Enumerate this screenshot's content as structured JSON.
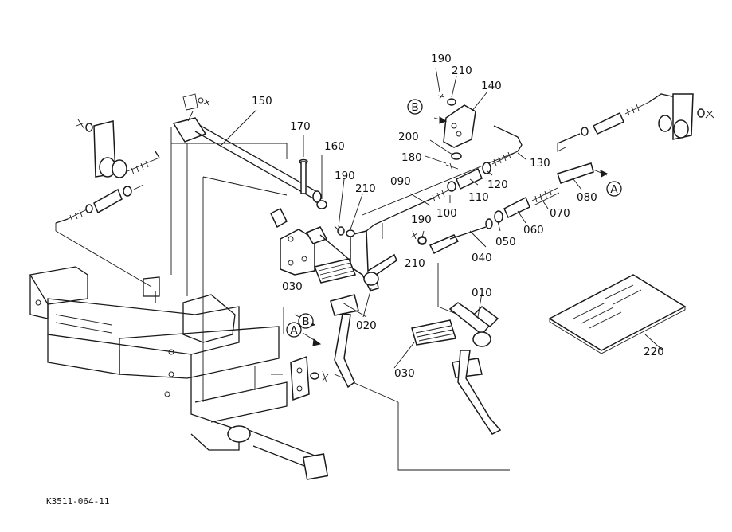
{
  "caption": "K3511-064-11",
  "callouts": {
    "p010": "010",
    "p020": "020",
    "p030a": "030",
    "p030b": "030",
    "p040": "040",
    "p050": "050",
    "p060": "060",
    "p070": "070",
    "p080": "080",
    "p090": "090",
    "p100": "100",
    "p110": "110",
    "p120": "120",
    "p130": "130",
    "p140": "140",
    "p150": "150",
    "p160": "160",
    "p170": "170",
    "p180": "180",
    "p190a": "190",
    "p190b": "190",
    "p190c": "190",
    "p200": "200",
    "p210a": "210",
    "p210b": "210",
    "p210c": "210",
    "p220": "220"
  },
  "refs": {
    "A": "A",
    "B": "B"
  },
  "colors": {
    "ink": "#1a1a1a",
    "paper": "#ffffff"
  }
}
